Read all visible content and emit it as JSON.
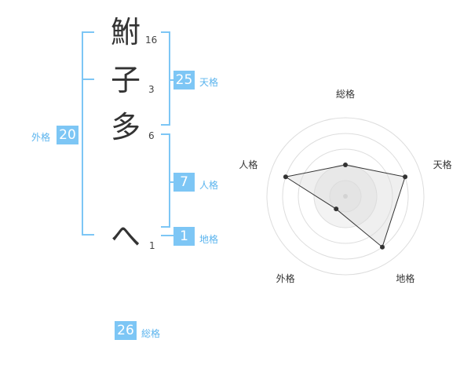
{
  "name": {
    "chars": [
      {
        "char": "鮒",
        "strokes": "16"
      },
      {
        "char": "子",
        "strokes": "3"
      },
      {
        "char": "多",
        "strokes": "6"
      },
      {
        "char": "へ",
        "strokes": "1"
      }
    ]
  },
  "kaku": {
    "tenkaku": {
      "label": "天格",
      "value": "25"
    },
    "jinkaku": {
      "label": "人格",
      "value": "7"
    },
    "chikaku": {
      "label": "地格",
      "value": "1"
    },
    "gaikaku": {
      "label": "外格",
      "value": "20"
    },
    "soukaku": {
      "label": "総格",
      "value": "26"
    }
  },
  "colors": {
    "accent": "#7dc6f5",
    "text": "#333333"
  },
  "chart_data": {
    "type": "radar",
    "axes": [
      "総格",
      "天格",
      "地格",
      "外格",
      "人格"
    ],
    "values": [
      2,
      4,
      4,
      1,
      4
    ],
    "max": 5
  }
}
